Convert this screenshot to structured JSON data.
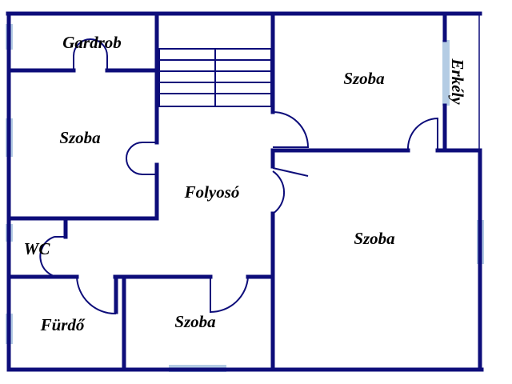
{
  "colors": {
    "wall": "#0d0d7a",
    "window": "#b4cce4",
    "background": "#ffffff",
    "text": "#000000"
  },
  "rooms": {
    "gardrob": "Gardrob",
    "szoba_left": "Szoba",
    "folyoso": "Folyosó",
    "szoba_top_right": "Szoba",
    "erkely": "Erkély",
    "szoba_right": "Szoba",
    "wc": "WC",
    "furdo": "Fürdő",
    "szoba_bottom": "Szoba"
  }
}
